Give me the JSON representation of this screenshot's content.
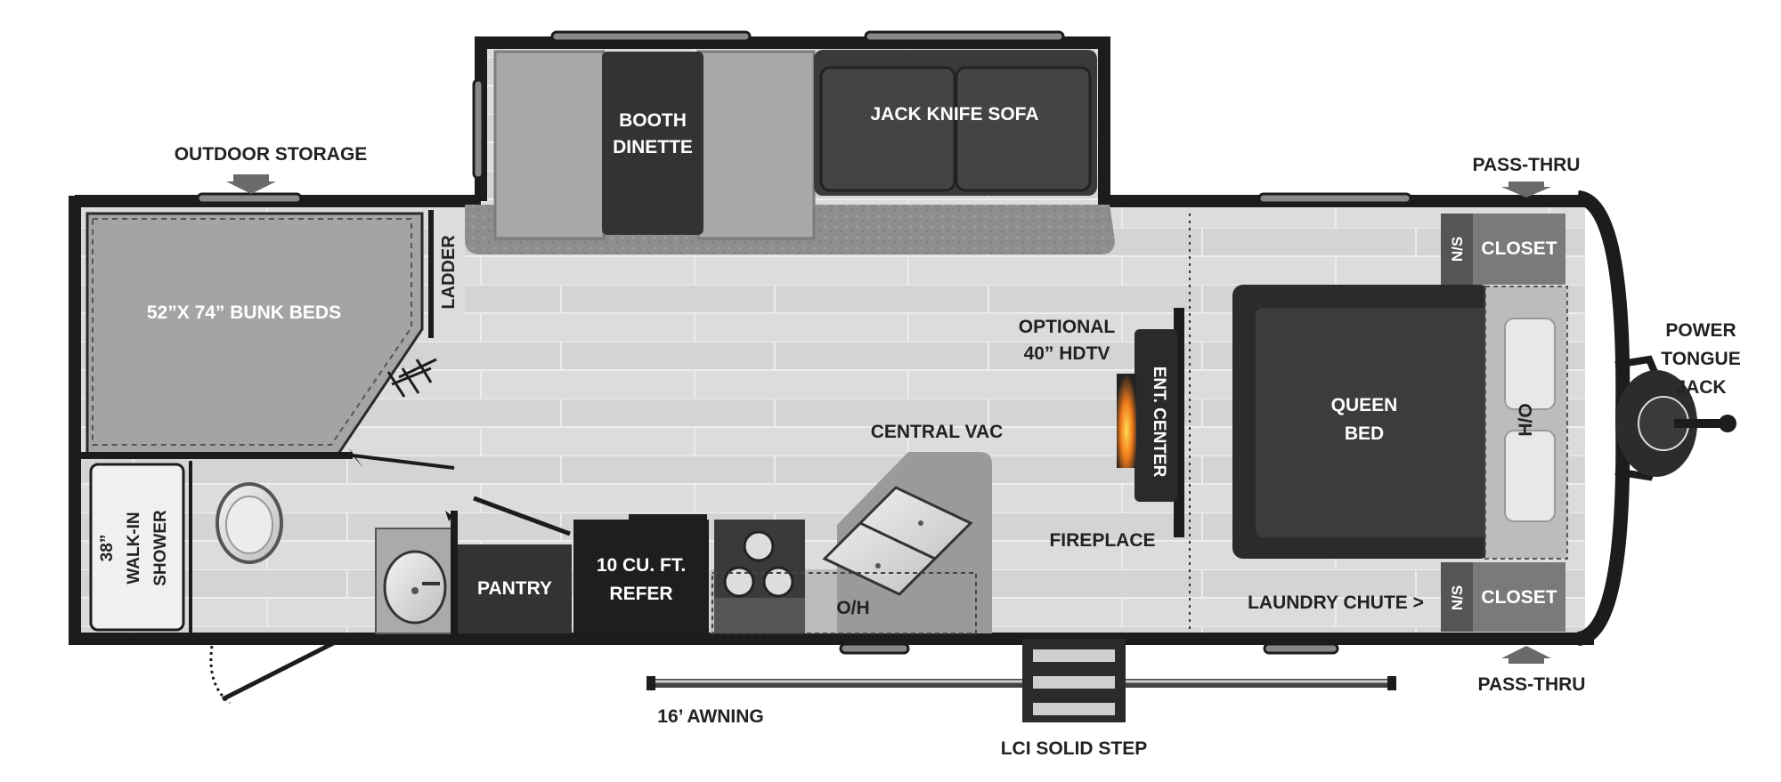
{
  "labels": {
    "outdoor_storage": "OUTDOOR STORAGE",
    "bunk_beds": "52”X 74” BUNK BEDS",
    "ladder": "LADDER",
    "booth_dinette_1": "BOOTH",
    "booth_dinette_2": "DINETTE",
    "jack_knife_sofa": "JACK KNIFE SOFA",
    "pass_thru_top": "PASS-THRU",
    "closet_top": "CLOSET",
    "ns_top": "N/S",
    "power_tongue_jack_1": "POWER",
    "power_tongue_jack_2": "TONGUE",
    "power_tongue_jack_3": "JACK",
    "optional_hdtv_1": "OPTIONAL",
    "optional_hdtv_2": "40” HDTV",
    "ent_center": "ENT. CENTER",
    "queen_bed_1": "QUEEN",
    "queen_bed_2": "BED",
    "ho": "H/O",
    "central_vac": "CENTRAL VAC",
    "fireplace": "FIREPLACE",
    "laundry_chute": "LAUNDRY CHUTE >",
    "closet_bottom": "CLOSET",
    "ns_bottom": "N/S",
    "pass_thru_bottom": "PASS-THRU",
    "walk_in_shower_1": "38”",
    "walk_in_shower_2": "WALK-IN",
    "walk_in_shower_3": "SHOWER",
    "pantry": "PANTRY",
    "refer_1": "10 CU. FT.",
    "refer_2": "REFER",
    "oh": "O/H",
    "awning": "16’ AWNING",
    "lci_solid_step": "LCI SOLID STEP"
  },
  "colors": {
    "wall": "#1c1c1c",
    "floor": "#dcdcdc",
    "bunk": "#a4a4a4",
    "dark_furniture": "#3a3a3a",
    "cushion": "#a8a8a8",
    "rug": "#8e8e8e",
    "closet": "#7a7a7a",
    "text_dark": "#222222",
    "text_light": "#ffffff"
  }
}
